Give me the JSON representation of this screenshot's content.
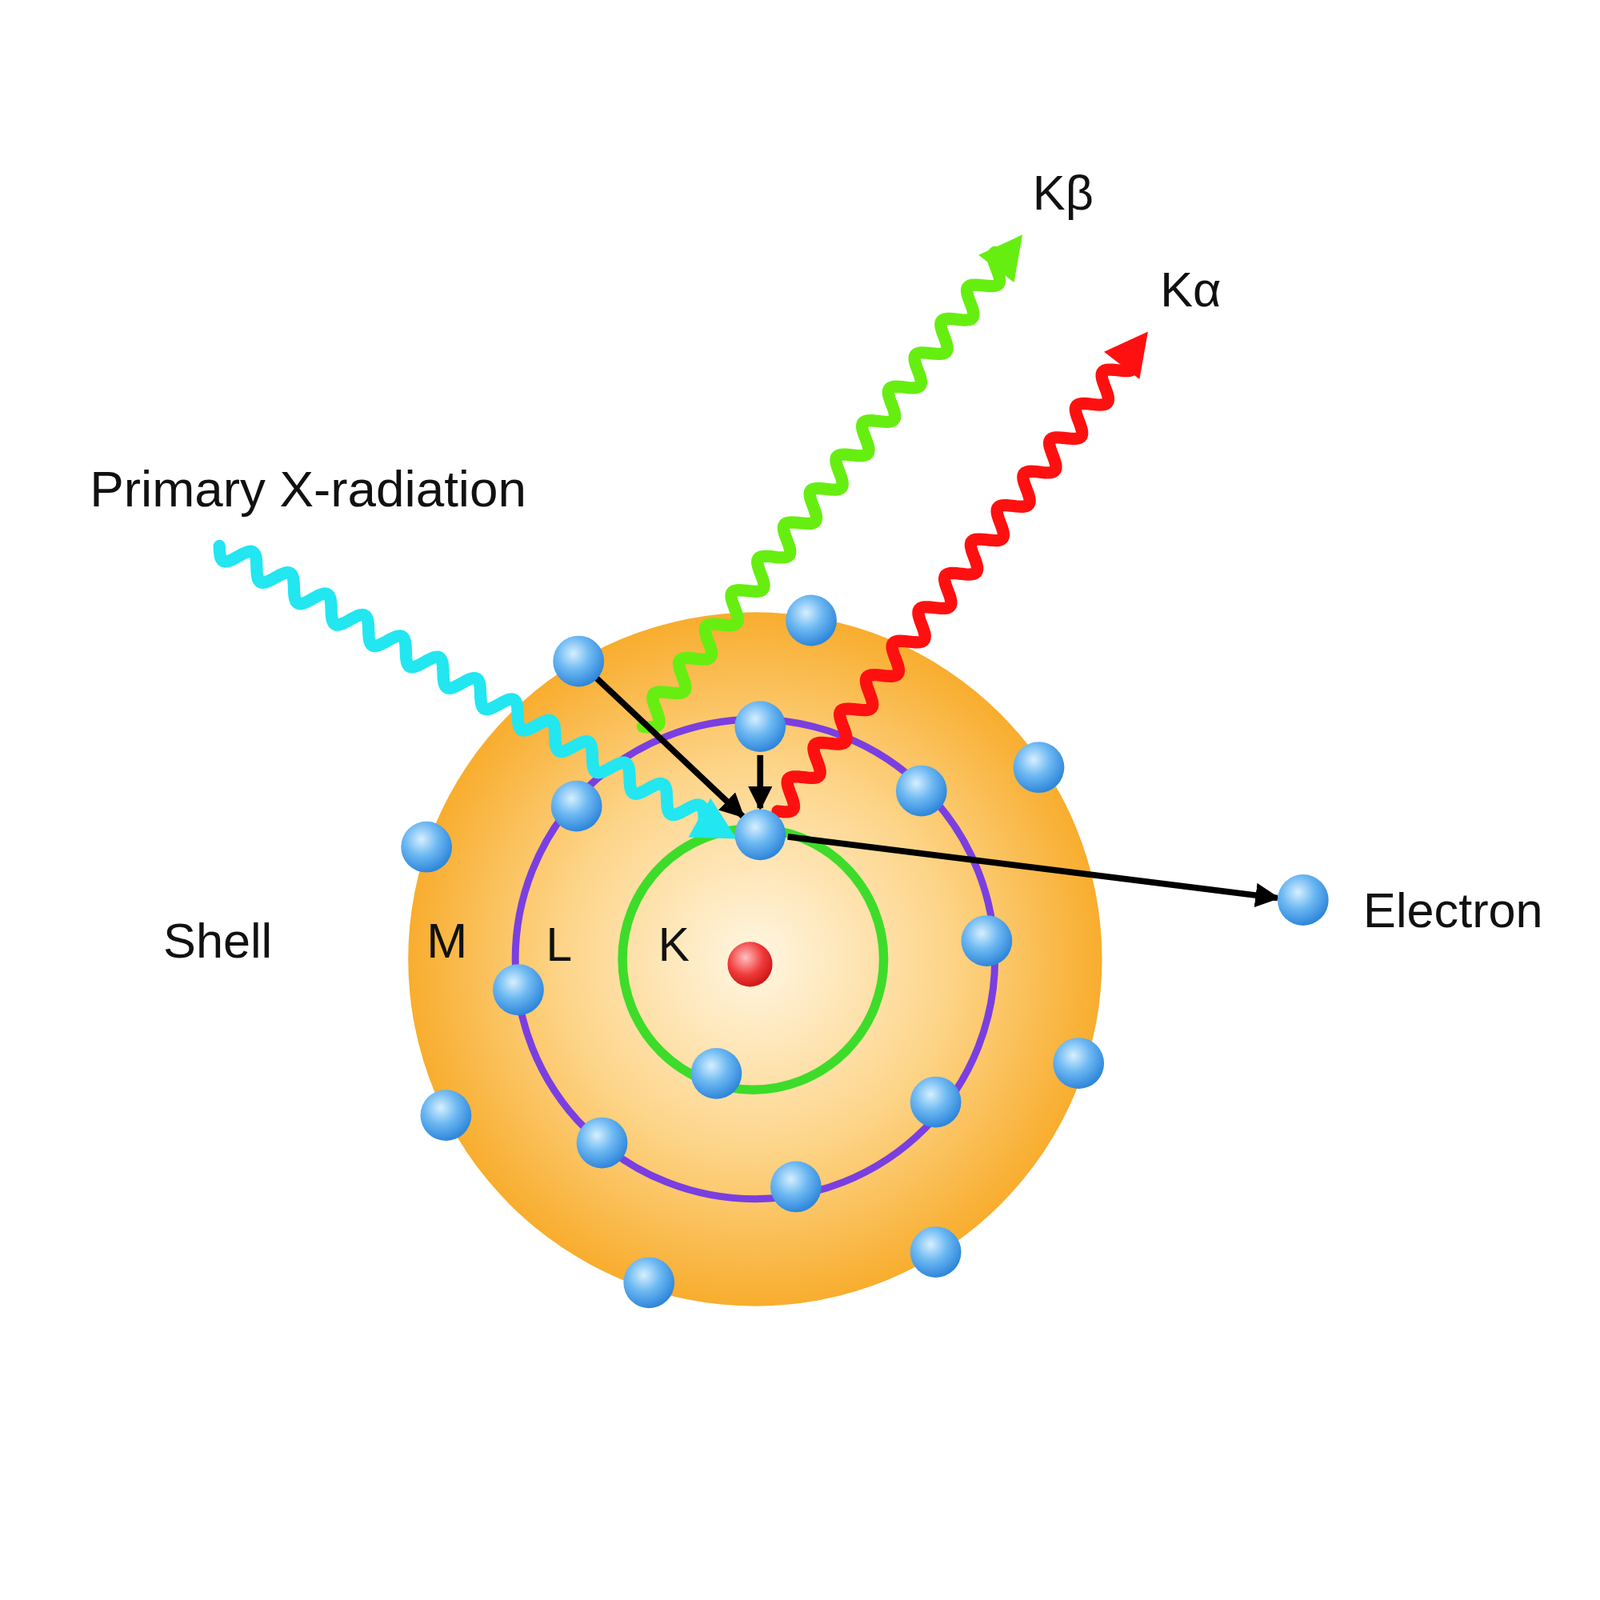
{
  "diagram": {
    "labels": [
      "Primary X-radiation",
      "Kβ",
      "Kα",
      "Shell",
      "M",
      "L",
      "K",
      "Electron"
    ]
  }
}
